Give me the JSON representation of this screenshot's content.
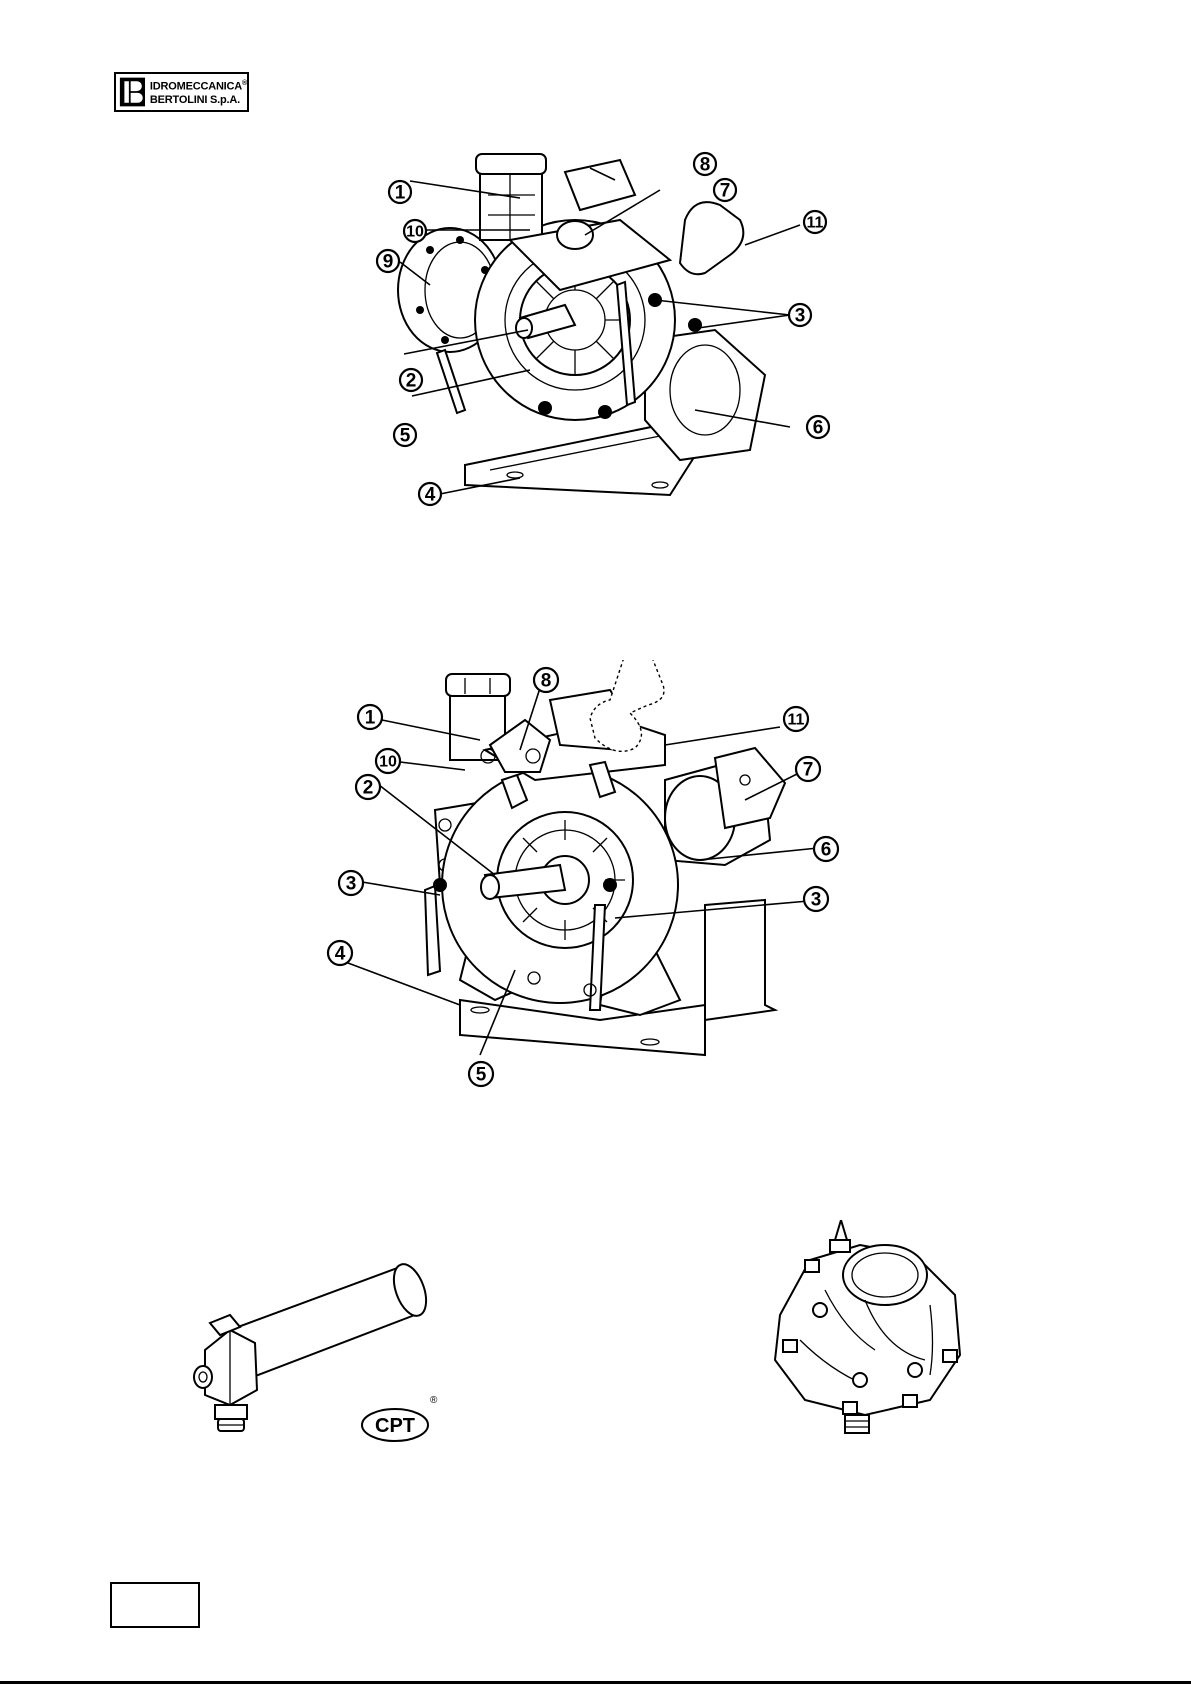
{
  "logo": {
    "line1": "IDROMECCANICA",
    "line1_mark": "®",
    "line2": "BERTOLINI S.p.A."
  },
  "figure1": {
    "callouts": [
      "1",
      "10",
      "9",
      "2",
      "5",
      "4",
      "8",
      "7",
      "11",
      "3",
      "6"
    ]
  },
  "figure2": {
    "callouts": [
      "8",
      "1",
      "10",
      "2",
      "3",
      "4",
      "5",
      "11",
      "7",
      "6",
      "3"
    ]
  },
  "figure3": {
    "cpt_logo": "CPT",
    "cpt_mark": "®"
  },
  "page_number": ""
}
